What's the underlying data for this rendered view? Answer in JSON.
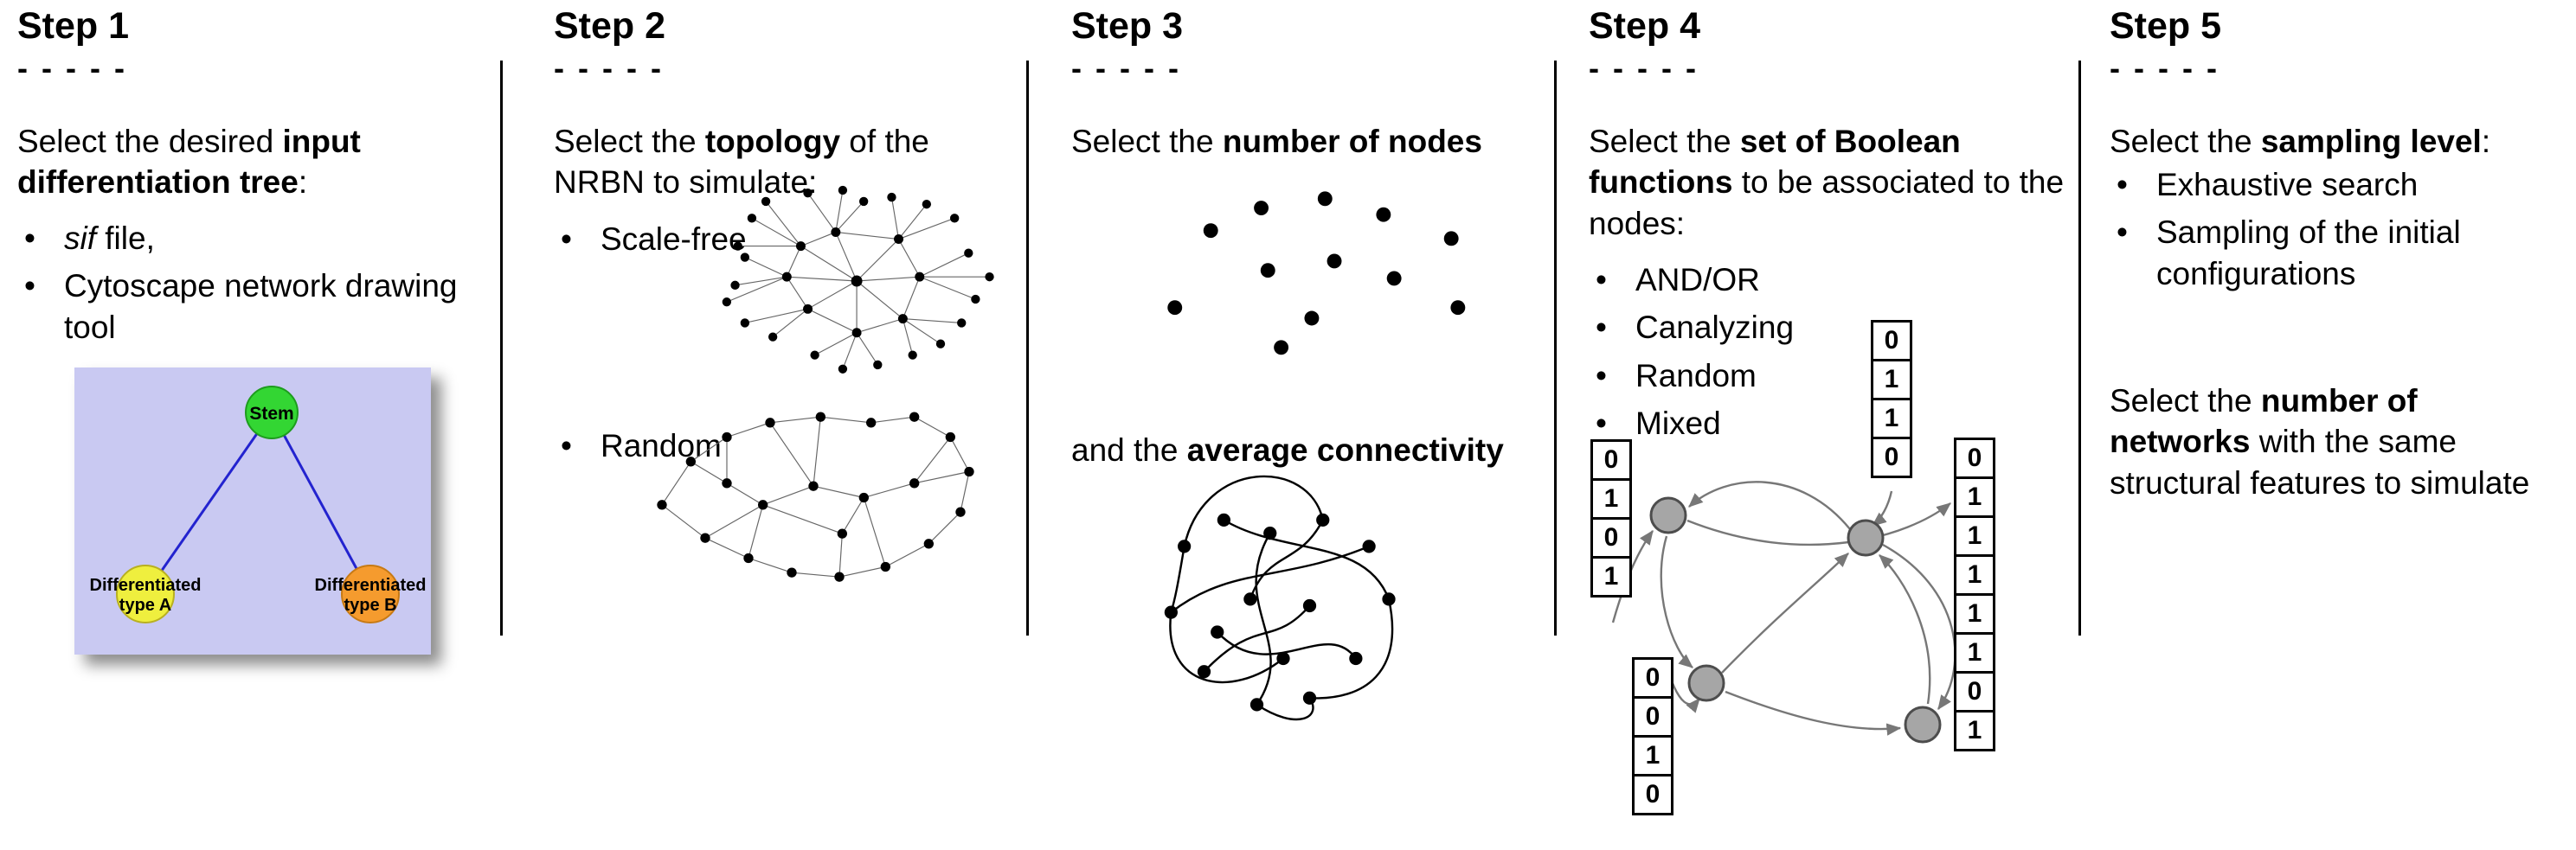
{
  "steps": [
    {
      "title": "Step 1",
      "dashes": "- - - - -",
      "intro": {
        "pre": "Select the desired ",
        "bold": "input differentiation tree",
        "post": ":"
      },
      "bullets": [
        {
          "italic": "sif",
          "text": " file,"
        },
        {
          "text": "Cytoscape network drawing tool"
        }
      ],
      "figure": {
        "stem_label": "Stem",
        "type_a_line1": "Differentiated",
        "type_a_line2": "type A",
        "type_b_line1": "Differentiated",
        "type_b_line2": "type B",
        "colors": {
          "background": "#c9c9f2",
          "stem": "#33d633",
          "type_a": "#efef3e",
          "type_b": "#f59b2e",
          "edge": "#2323cf"
        }
      }
    },
    {
      "title": "Step 2",
      "dashes": "- - - - -",
      "intro": {
        "pre": "Select the ",
        "bold": "topology",
        "post": " of the NRBN to simulate:"
      },
      "bullets": [
        {
          "text": "Scale-free"
        },
        {
          "text": "Random"
        }
      ]
    },
    {
      "title": "Step 3",
      "dashes": "- - - - -",
      "intro": {
        "pre": "Select the ",
        "bold": "number of nodes",
        "post": ""
      },
      "second": {
        "pre": "and the ",
        "bold": "average connectivity",
        "post": ""
      }
    },
    {
      "title": "Step 4",
      "dashes": "- - - - -",
      "intro": {
        "pre": "Select the ",
        "bold": "set of Boolean functions",
        "post": " to be associated to the nodes:"
      },
      "bullets": [
        {
          "text": "AND/OR"
        },
        {
          "text": "Canalyzing"
        },
        {
          "text": "Random"
        },
        {
          "text": "Mixed"
        }
      ],
      "node_color": "#a6a6a6",
      "tables": {
        "top": [
          "0",
          "1",
          "1",
          "0"
        ],
        "left": [
          "0",
          "1",
          "0",
          "1"
        ],
        "bottom_left": [
          "0",
          "0",
          "1",
          "0"
        ],
        "right": [
          "0",
          "1",
          "1",
          "1",
          "1",
          "1",
          "0",
          "1"
        ]
      }
    },
    {
      "title": "Step 5",
      "dashes": "- - - - -",
      "intro": {
        "pre": "Select the ",
        "bold": "sampling level",
        "post": ":"
      },
      "bullets": [
        {
          "text": "Exhaustive search"
        },
        {
          "text": "Sampling of the initial configurations"
        }
      ],
      "second": {
        "pre": "Select the ",
        "bold": "number of networks",
        "post": " with the same structural features to simulate"
      }
    }
  ]
}
